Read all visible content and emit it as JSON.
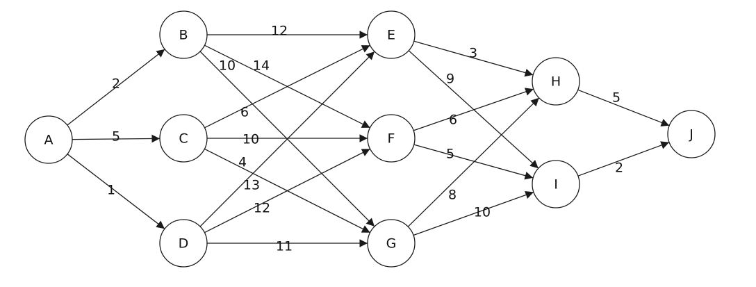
{
  "graph": {
    "nodes": [
      {
        "id": "A",
        "label": "A"
      },
      {
        "id": "B",
        "label": "B"
      },
      {
        "id": "C",
        "label": "C"
      },
      {
        "id": "D",
        "label": "D"
      },
      {
        "id": "E",
        "label": "E"
      },
      {
        "id": "F",
        "label": "F"
      },
      {
        "id": "G",
        "label": "G"
      },
      {
        "id": "H",
        "label": "H"
      },
      {
        "id": "I",
        "label": "I"
      },
      {
        "id": "J",
        "label": "J"
      }
    ],
    "edges": [
      {
        "from": "A",
        "to": "B",
        "weight": "2"
      },
      {
        "from": "A",
        "to": "C",
        "weight": "5"
      },
      {
        "from": "A",
        "to": "D",
        "weight": "1"
      },
      {
        "from": "B",
        "to": "E",
        "weight": "12"
      },
      {
        "from": "B",
        "to": "F",
        "weight": "14"
      },
      {
        "from": "B",
        "to": "G",
        "weight": "10"
      },
      {
        "from": "C",
        "to": "E",
        "weight": "6"
      },
      {
        "from": "C",
        "to": "F",
        "weight": "10"
      },
      {
        "from": "C",
        "to": "G",
        "weight": "4"
      },
      {
        "from": "D",
        "to": "E",
        "weight": "13"
      },
      {
        "from": "D",
        "to": "F",
        "weight": "12"
      },
      {
        "from": "D",
        "to": "G",
        "weight": "11"
      },
      {
        "from": "E",
        "to": "H",
        "weight": "3"
      },
      {
        "from": "E",
        "to": "I",
        "weight": "9"
      },
      {
        "from": "F",
        "to": "H",
        "weight": "6"
      },
      {
        "from": "F",
        "to": "I",
        "weight": "5"
      },
      {
        "from": "G",
        "to": "H",
        "weight": "8"
      },
      {
        "from": "G",
        "to": "I",
        "weight": "10"
      },
      {
        "from": "H",
        "to": "J",
        "weight": "5"
      },
      {
        "from": "I",
        "to": "J",
        "weight": "2"
      }
    ]
  }
}
